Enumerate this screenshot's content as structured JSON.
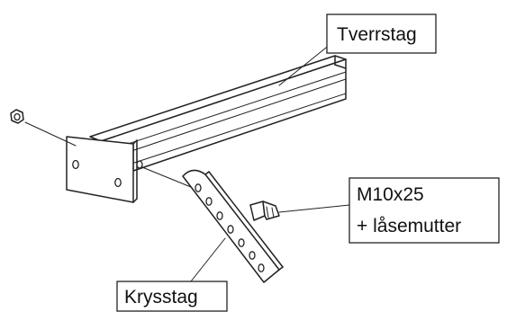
{
  "diagram": {
    "labels": {
      "crossbar": "Tverrstag",
      "bolt_line1": "M10x25",
      "bolt_line2": "+ låsemutter",
      "cross_brace": "Krysstag"
    },
    "colors": {
      "line": "#222222",
      "background": "#ffffff"
    }
  }
}
